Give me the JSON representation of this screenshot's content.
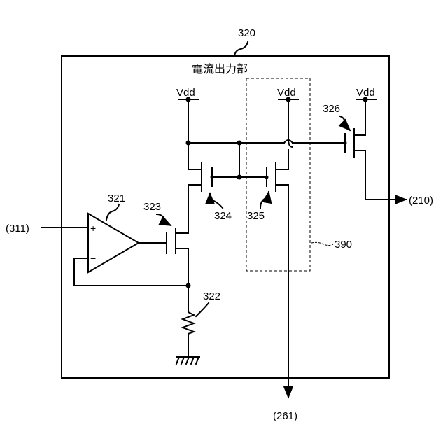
{
  "block": {
    "ref": "320",
    "title": "電流出力部"
  },
  "supply": {
    "vdd": "Vdd"
  },
  "components": {
    "opamp": {
      "ref": "321",
      "plus": "+",
      "minus": "−"
    },
    "resistor": {
      "ref": "322"
    },
    "transistor_323": {
      "ref": "323"
    },
    "transistor_324": {
      "ref": "324"
    },
    "transistor_325": {
      "ref": "325"
    },
    "transistor_326": {
      "ref": "326"
    },
    "dashed_region": {
      "ref": "390"
    }
  },
  "terminals": {
    "input": "(311)",
    "output_right": "(210)",
    "output_bottom": "(261)"
  }
}
